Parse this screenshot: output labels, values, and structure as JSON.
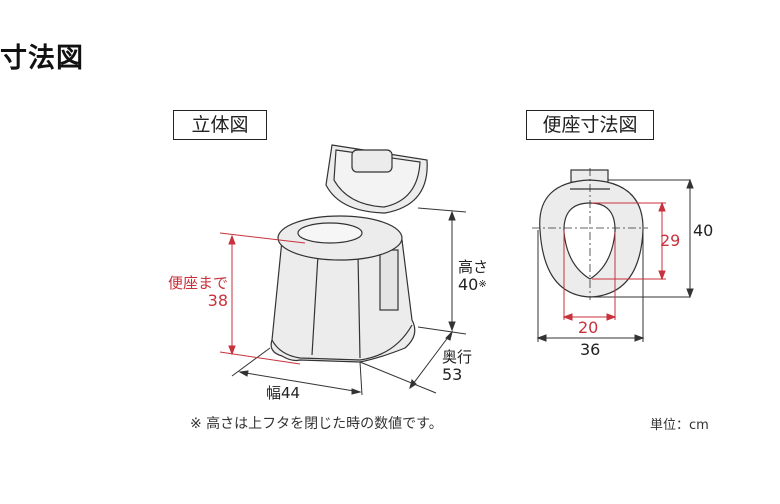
{
  "page": {
    "title": "寸法図"
  },
  "perspective_view": {
    "label": "立体図",
    "dimensions": {
      "seat_height_label": "便座まで",
      "seat_height_value": "38",
      "height_label": "高さ",
      "height_value": "40",
      "height_mark": "※",
      "depth_label": "奥行",
      "depth_value": "53",
      "width_label": "幅44"
    }
  },
  "seat_view": {
    "label": "便座寸法図",
    "dimensions": {
      "outer_height": "40",
      "opening_height": "29",
      "opening_width": "20",
      "outer_width": "36"
    }
  },
  "footer": {
    "note": "※ 高さは上フタを閉じた時の数値です。",
    "unit": "単位：cm"
  },
  "colors": {
    "dimension_red": "#c8323c",
    "line": "#333333",
    "fill": "#ececec"
  }
}
